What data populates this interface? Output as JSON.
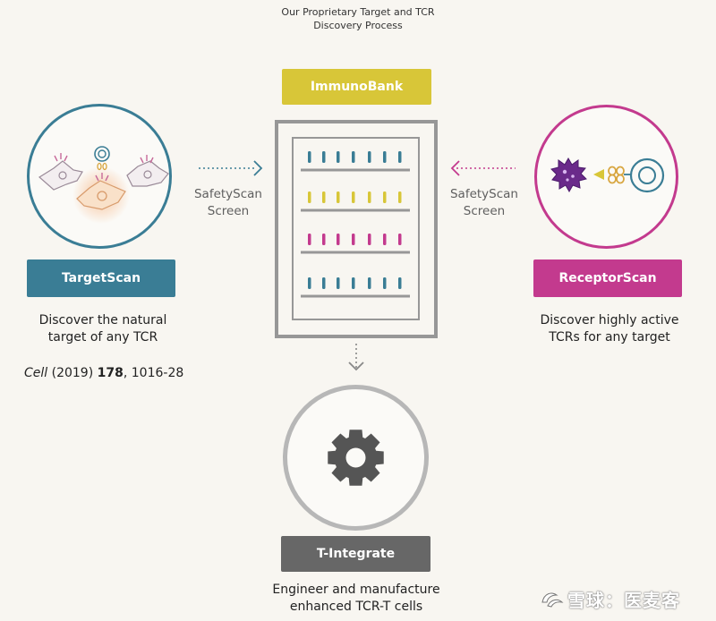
{
  "header": {
    "title_line1": "Our Proprietary Target and TCR",
    "title_line2": "Discovery Process"
  },
  "immunobank": {
    "label": "ImmunoBank",
    "color": "#d8c638",
    "rack_colors": [
      "#3a7d95",
      "#d8c638",
      "#c33a8e",
      "#3a7d95"
    ]
  },
  "targetscan": {
    "label": "TargetScan",
    "color": "#3a7d95",
    "desc_line1": "Discover the natural",
    "desc_line2": "target of any TCR",
    "citation": {
      "journal": "Cell",
      "year": "(2019)",
      "volume": "178",
      "pages": ", 1016-28"
    }
  },
  "receptorscan": {
    "label": "ReceptorScan",
    "color": "#c33a8e",
    "desc_line1": "Discover highly active",
    "desc_line2": "TCRs for any target"
  },
  "safetyscan_left": {
    "line1": "SafetyScan",
    "line2": "Screen"
  },
  "safetyscan_right": {
    "line1": "SafetyScan",
    "line2": "Screen"
  },
  "tintegrate": {
    "label": "T-Integrate",
    "color": "#676767",
    "desc_line1": "Engineer and manufacture",
    "desc_line2": "enhanced TCR-T cells"
  },
  "watermark": {
    "text": "雪球：医麦客"
  }
}
